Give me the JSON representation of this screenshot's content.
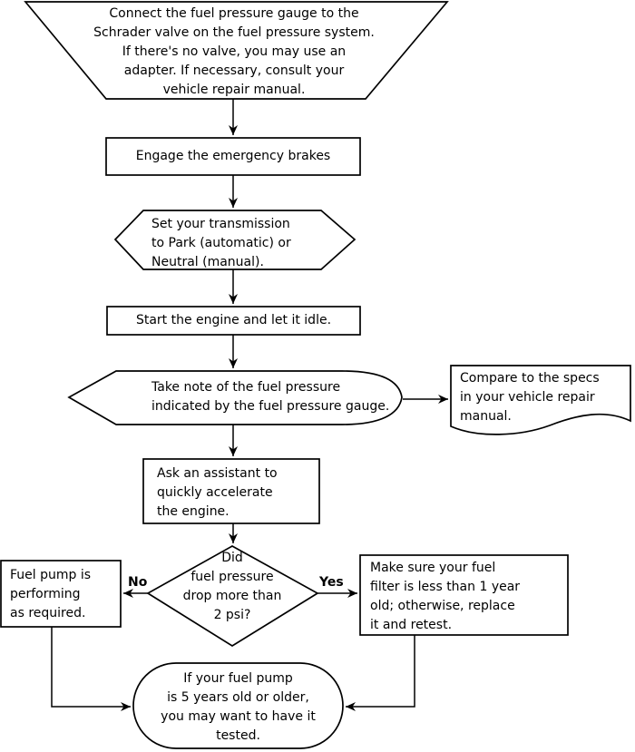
{
  "diagram": {
    "type": "flowchart",
    "colors": {
      "stroke": "#000000",
      "fill": "#ffffff",
      "text": "#000000",
      "background": "#ffffff"
    },
    "nodes": {
      "connect_gauge": "Connect the fuel pressure gauge to the\nSchrader valve on the fuel pressure system.\nIf there's no valve, you may use an\nadapter. If necessary, consult your\nvehicle repair manual.",
      "engage_brakes": "Engage the emergency brakes",
      "set_transmission": "Set your transmission\nto Park (automatic) or\nNeutral (manual).",
      "start_engine": "Start the engine and let it idle.",
      "take_note": "Take note of the fuel pressure\nindicated by the fuel pressure gauge.",
      "compare_specs": "Compare to the specs\nin your vehicle repair\nmanual.",
      "ask_assistant": "Ask an assistant to\nquickly accelerate\nthe engine.",
      "pressure_drop_question": "Did\nfuel pressure\ndrop more than\n2 psi?",
      "pump_ok": "Fuel pump is\nperforming\nas required.",
      "check_filter": "Make sure your fuel\nfilter is less than 1 year\nold; otherwise, replace\nit and retest.",
      "pump_age": "If your fuel pump\nis 5 years old or older,\nyou may want to have it\ntested."
    },
    "edge_labels": {
      "no": "No",
      "yes": "Yes"
    }
  }
}
